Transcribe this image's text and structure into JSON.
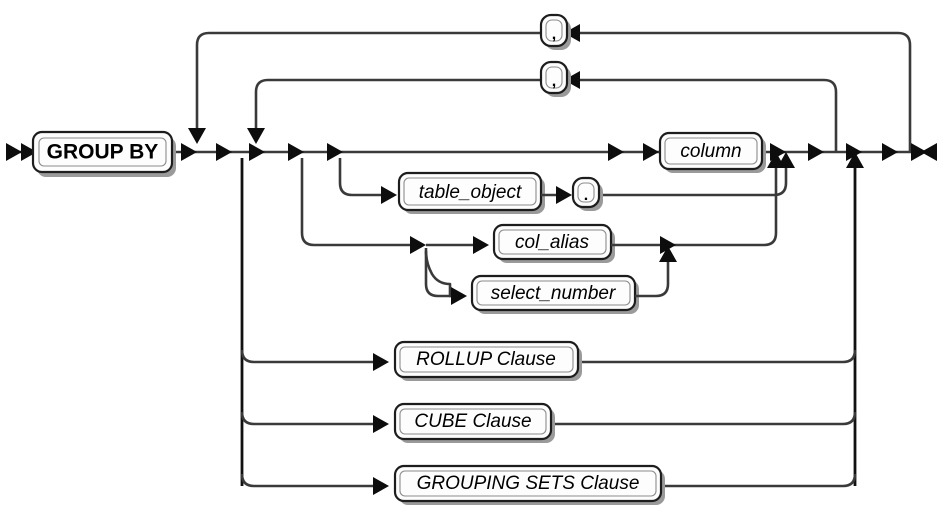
{
  "diagram": {
    "type": "railroad-syntax-diagram",
    "title": "GROUP BY",
    "colors": {
      "background": "#ffffff",
      "rail": "#3a3a3a",
      "rail_dark": "#111111",
      "arrow": "#0d0d0d",
      "box_fill": "#fdfdfd",
      "box_border": "#1d1d1d",
      "box_shadow": "#9a9a9a",
      "text": "#000000"
    },
    "keyword_nodes": [
      {
        "id": "group-by",
        "label": "GROUP BY",
        "style": "keyword"
      }
    ],
    "nonterminal_nodes": [
      {
        "id": "column",
        "label": "column",
        "style": "nonterminal"
      },
      {
        "id": "table-object",
        "label": "table_object",
        "style": "nonterminal"
      },
      {
        "id": "col-alias",
        "label": "col_alias",
        "style": "nonterminal"
      },
      {
        "id": "select-number",
        "label": "select_number",
        "style": "nonterminal"
      },
      {
        "id": "rollup-clause",
        "label": "ROLLUP Clause",
        "style": "nonterminal"
      },
      {
        "id": "cube-clause",
        "label": "CUBE Clause",
        "style": "nonterminal"
      },
      {
        "id": "grouping-sets-clause",
        "label": "GROUPING SETS Clause",
        "style": "nonterminal"
      }
    ],
    "punctuation_nodes": [
      {
        "id": "comma-outer",
        "label": ",",
        "style": "terminal-small"
      },
      {
        "id": "comma-inner",
        "label": ",",
        "style": "terminal-small"
      },
      {
        "id": "dot-separator",
        "label": ".",
        "style": "terminal-small"
      }
    ],
    "terminators": {
      "start": "double-arrow-start",
      "end": "double-arrow-end"
    }
  }
}
